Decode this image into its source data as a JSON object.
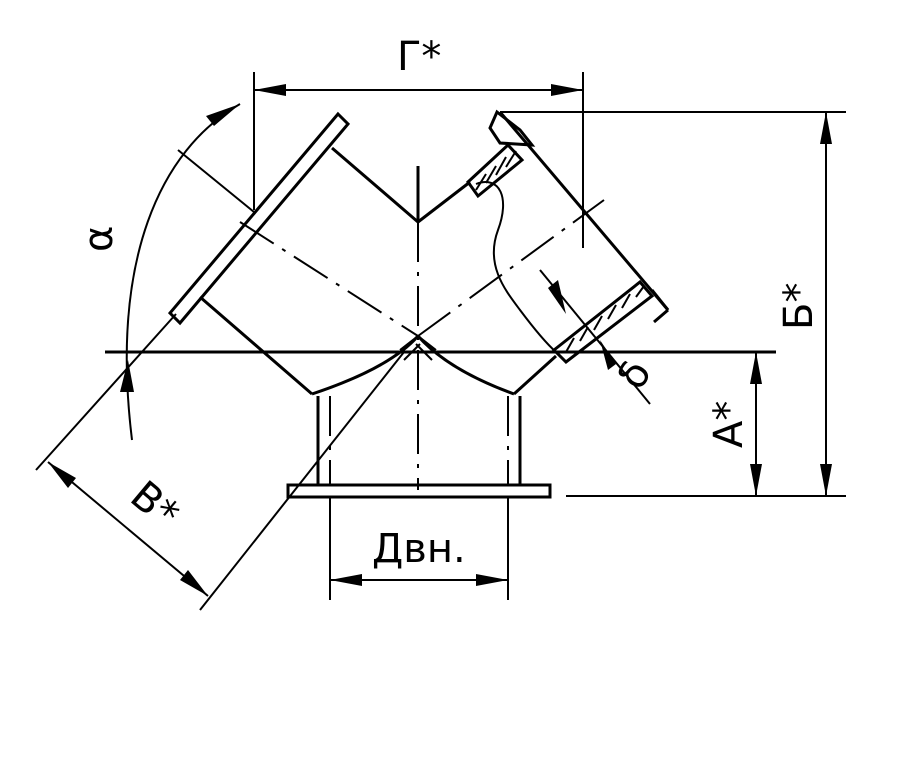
{
  "labels": {
    "gamma": "Г*",
    "alpha": "α",
    "b": "Б*",
    "a": "А*",
    "v": "В*",
    "d_inner": "Двн.",
    "delta": "δ"
  },
  "colors": {
    "line": "#000000",
    "background": "#ffffff"
  }
}
